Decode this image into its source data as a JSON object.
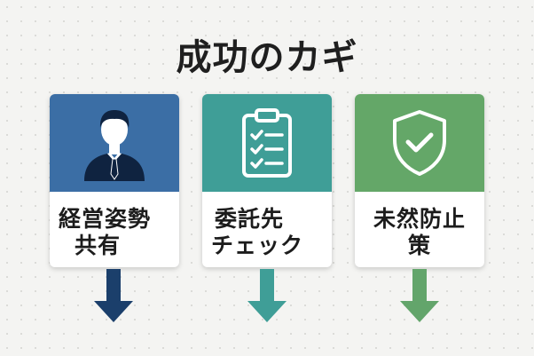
{
  "title": "成功のカギ",
  "colors": {
    "card1": "#3b6ea5",
    "card2": "#3f9e97",
    "card3": "#64a768",
    "arrow1": "#1b3f6b",
    "arrow2": "#3f9e97",
    "arrow3": "#63a56b"
  },
  "cards": [
    {
      "icon": "businessman-icon",
      "line1": "経営姿勢",
      "line2": "共有"
    },
    {
      "icon": "clipboard-checklist-icon",
      "line1": "委託先",
      "line2": "チェック"
    },
    {
      "icon": "shield-check-icon",
      "line1": "未然防止",
      "line2": "策"
    }
  ]
}
